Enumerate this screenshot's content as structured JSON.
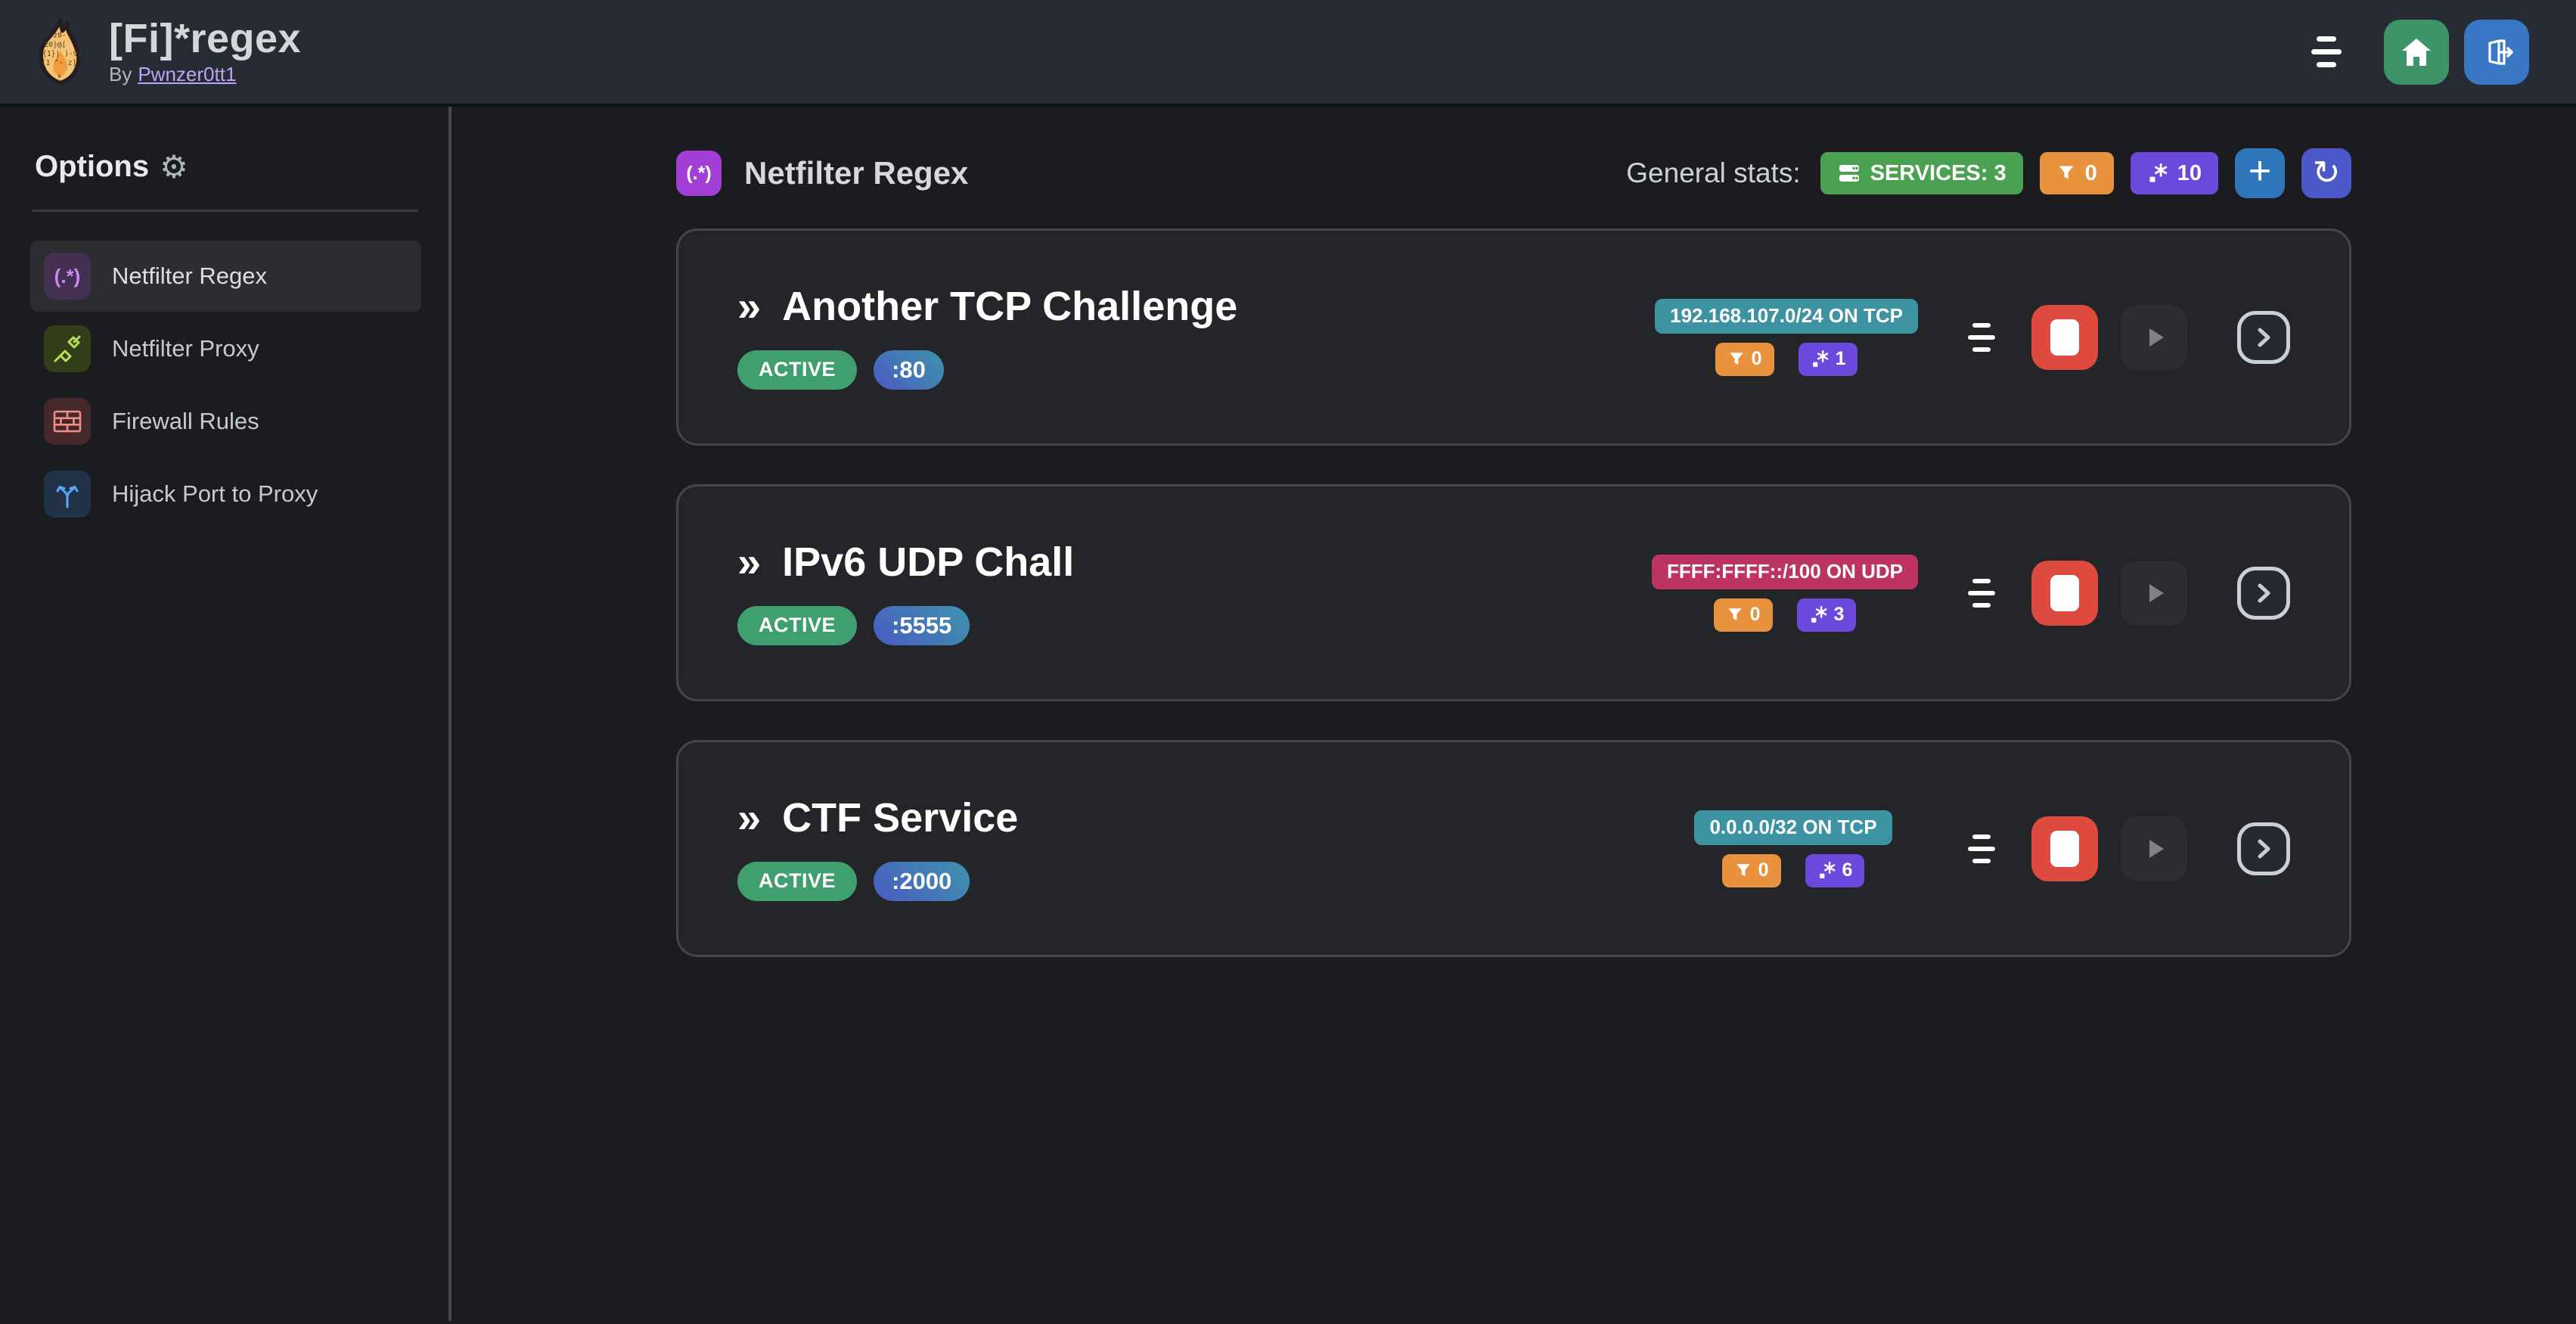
{
  "header": {
    "title": "[Fi]*regex",
    "byline_prefix": "By",
    "byline_author": "Pwnzer0tt1"
  },
  "icons": {
    "regex_glyph": "(.*)",
    "double_chevron": "»",
    "gear": "⚙",
    "add": "+",
    "refresh": "↻"
  },
  "colors": {
    "header_bg": "#272b34",
    "page_bg": "#1b1c20",
    "card_bg": "#232529",
    "card_border": "#44464c",
    "services_green": "#4aa151",
    "active_green": "#3f9f6e",
    "filter_orange": "#e8923d",
    "regex_violet": "#6c48dd",
    "add_blue": "#2f77ba",
    "refresh_indigo": "#4c57c9",
    "home_green": "#3d9469",
    "logout_blue": "#3a78c6",
    "stop_red": "#de4b3e",
    "tcp_teal": "#3e93a3",
    "udp_pink": "#bd3462",
    "link_purple": "#bda4f6",
    "page_icon_purple": "#a13fd6"
  },
  "sidebar": {
    "heading": "Options",
    "items": [
      {
        "label": "Netfilter Regex",
        "icon": "regex-icon",
        "selected": true
      },
      {
        "label": "Netfilter Proxy",
        "icon": "plug-icon",
        "selected": false
      },
      {
        "label": "Firewall Rules",
        "icon": "brick-wall-icon",
        "selected": false
      },
      {
        "label": "Hijack Port to Proxy",
        "icon": "split-arrows-icon",
        "selected": false
      }
    ]
  },
  "main": {
    "page_title": "Netfilter Regex",
    "stats_label": "General stats:",
    "stats": {
      "services_label": "SERVICES: 3",
      "filters_count": "0",
      "regexes_count": "10"
    },
    "services": [
      {
        "name": "Another TCP Challenge",
        "status": "ACTIVE",
        "port": ":80",
        "address": "192.168.107.0/24 ON TCP",
        "address_style": "background:#3e93a3",
        "filters_count": "0",
        "regexes_count": "1"
      },
      {
        "name": "IPv6 UDP Chall",
        "status": "ACTIVE",
        "port": ":5555",
        "address": "FFFF:FFFF::/100 ON UDP",
        "address_style": "background:#bd3462",
        "filters_count": "0",
        "regexes_count": "3"
      },
      {
        "name": "CTF Service",
        "status": "ACTIVE",
        "port": ":2000",
        "address": "0.0.0.0/32 ON TCP",
        "address_style": "background:#3e93a3",
        "filters_count": "0",
        "regexes_count": "6"
      }
    ]
  }
}
